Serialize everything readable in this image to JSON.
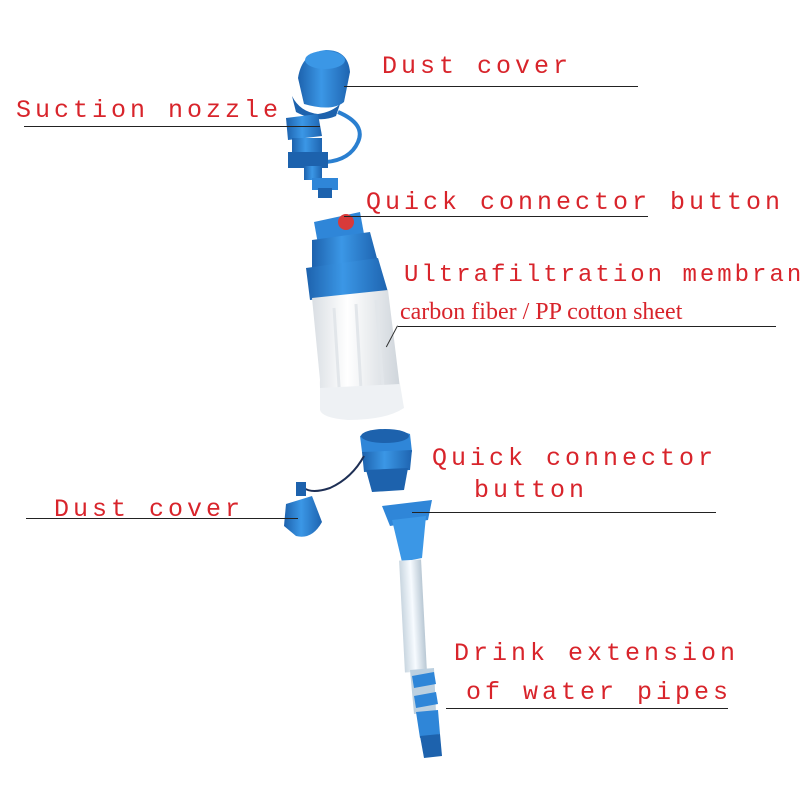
{
  "labels": {
    "dust_cover_top": "Dust cover",
    "suction_nozzle": "Suction nozzle",
    "quick_connector_top": "Quick connector button",
    "membrane_line1": "Ultrafiltration membrane",
    "membrane_line2": "carbon fiber / PP cotton sheet",
    "quick_connector_bottom_line1": "Quick connector",
    "quick_connector_bottom_line2": "button",
    "dust_cover_bottom": "Dust cover",
    "drink_extension_line1": "Drink extension",
    "drink_extension_line2": "of water pipes"
  },
  "colors": {
    "label_text": "#d8242b",
    "part_blue": "#2f86d8",
    "part_blue_dark": "#1d62ad",
    "part_white": "#f4f6f8",
    "tube_clear": "#e6eef4",
    "red_button": "#d83a3a",
    "leader_line": "#222222"
  }
}
